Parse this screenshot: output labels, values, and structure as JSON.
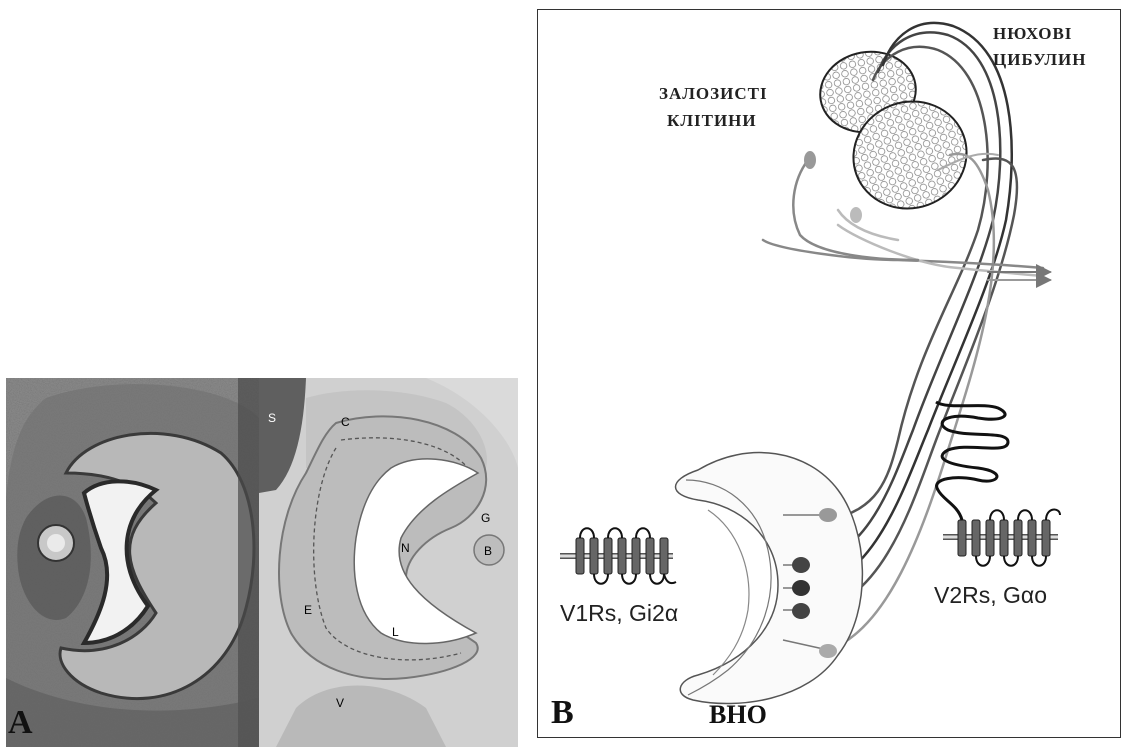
{
  "panel_a": {
    "letter": "A",
    "regions": {
      "s": "S",
      "c": "C",
      "g": "G",
      "b": "B",
      "n": "N",
      "e": "E",
      "l": "L",
      "v": "V"
    }
  },
  "panel_b": {
    "letter": "B",
    "glandular_cells": [
      "ЗАЛОЗИСТІ",
      "КЛІТИНИ"
    ],
    "olfactory_bulbs": [
      "НЮХОВІ",
      "ЦИБУЛИН"
    ],
    "vno": "ВНО",
    "v1": "V1Rs, Gi2α",
    "v2": "V2Rs, Gαo"
  }
}
